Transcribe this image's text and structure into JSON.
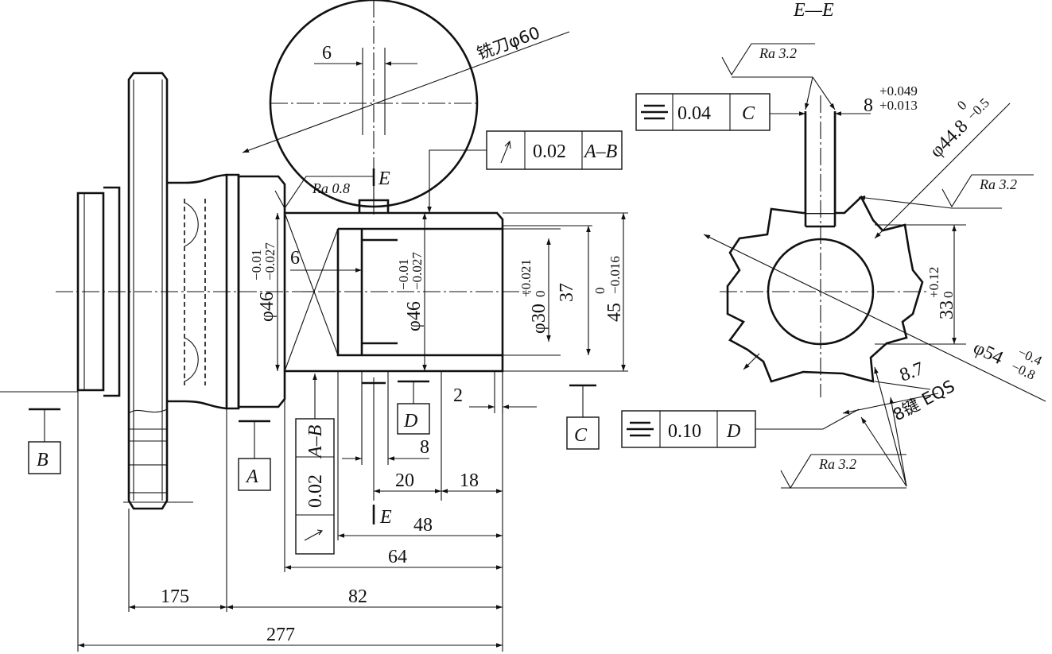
{
  "section_title": "E—E",
  "cutter_label": "铣刀φ60",
  "dims": {
    "d6_top": "6",
    "d6_left": "6",
    "phi46_left": "φ46",
    "phi46_left_tol_up": "−0.01",
    "phi46_left_tol_lo": "−0.027",
    "phi46_mid": "φ46",
    "phi46_mid_tol_up": "−0.01",
    "phi46_mid_tol_lo": "−0.027",
    "phi30": "φ30",
    "phi30_tol_up": "+0.021",
    "phi30_tol_lo": "0",
    "d37": "37",
    "d45": "45",
    "d45_tol_up": "0",
    "d45_tol_lo": "−0.016",
    "d2": "2",
    "d8": "8",
    "d20": "20",
    "d18": "18",
    "d48": "48",
    "d64": "64",
    "d175": "175",
    "d82": "82",
    "d277": "277",
    "key8": "8",
    "key8_tol_up": "+0.049",
    "key8_tol_lo": "+0.013",
    "phi448": "φ44.8",
    "phi448_tol_up": "0",
    "phi448_tol_lo": "−0.5",
    "d33": "33",
    "d33_tol_up": "+0.12",
    "d33_tol_lo": "0",
    "phi54": "φ54",
    "phi54_tol_up": "−0.4",
    "phi54_tol_lo": "−0.8",
    "d87": "8.7",
    "key_eqs": "8键 EQS"
  },
  "roughness": {
    "ra08": "Ra 0.8",
    "ra32_top": "Ra 3.2",
    "ra32_right": "Ra 3.2",
    "ra32_bottom": "Ra 3.2"
  },
  "tolerance_frames": {
    "runout_top": {
      "value": "0.02",
      "datum": "A–B"
    },
    "runout_vertical": {
      "value": "0.02",
      "datum": "A–B"
    },
    "sym_top": {
      "value": "0.04",
      "datum": "C"
    },
    "sym_bottom": {
      "value": "0.10",
      "datum": "D"
    }
  },
  "datums": {
    "a": "A",
    "b": "B",
    "c": "C",
    "d": "D"
  },
  "section_marks": {
    "top": "E",
    "bottom": "E"
  }
}
